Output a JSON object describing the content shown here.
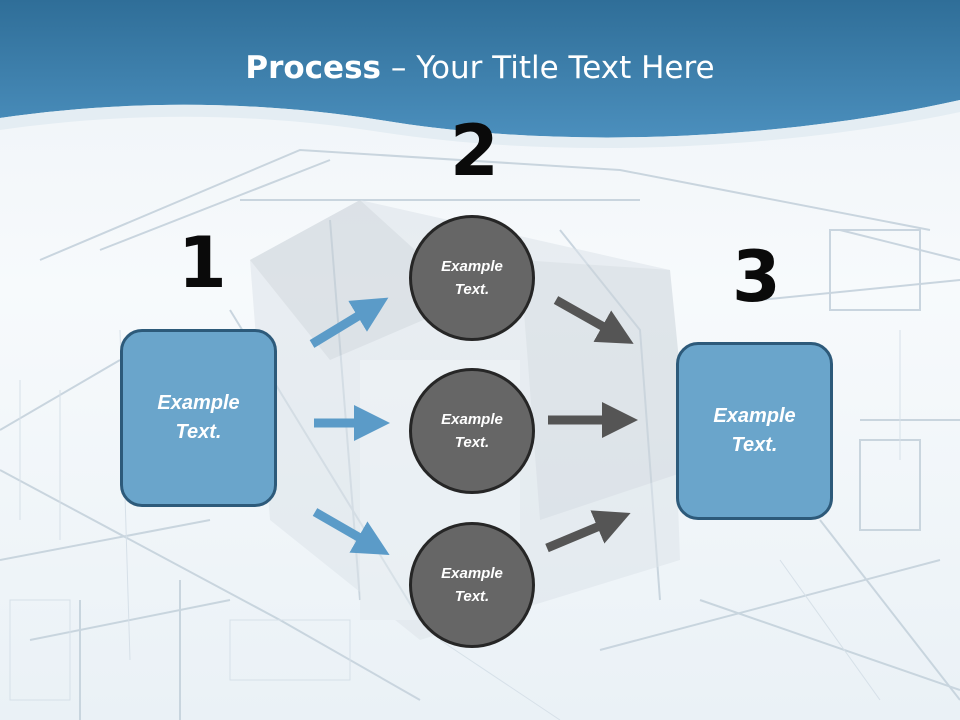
{
  "title": {
    "bold": "Process",
    "rest": " – Your Title Text Here"
  },
  "steps": [
    {
      "number": "1",
      "text": "Example\nText."
    },
    {
      "number": "2"
    },
    {
      "number": "3",
      "text": "Example\nText."
    }
  ],
  "circles": [
    {
      "text": "Example\nText."
    },
    {
      "text": "Example\nText."
    },
    {
      "text": "Example\nText."
    }
  ],
  "colors": {
    "header": "#3a7aa6",
    "box_fill": "#6aa5cb",
    "box_border": "#2d5a7a",
    "circle_fill": "#666666",
    "circle_border": "#262626",
    "arrow_blue": "#5b9bc8",
    "arrow_dark": "#555555"
  }
}
